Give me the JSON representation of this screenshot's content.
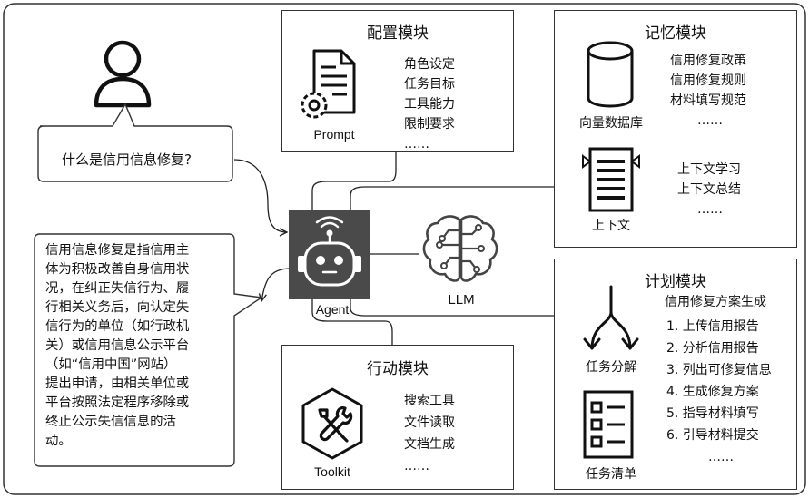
{
  "user": {
    "question": "什么是信用信息修复?",
    "answer_lines": [
      "信用信息修复是指信用主",
      "体为积极改善自身信用状",
      "况，在纠正失信行为、履",
      "行相关义务后，向认定失",
      "信行为的单位（如行政机",
      "关）或信用信息公示平台",
      "（如“信用中国”网站）",
      "提出申请，由相关单位或",
      "平台按照法定程序移除或",
      "终止公示失信信息的活",
      "动。"
    ]
  },
  "agent": {
    "label": "Agent"
  },
  "llm": {
    "label": "LLM"
  },
  "config": {
    "title": "配置模块",
    "icon_caption": "Prompt",
    "items": [
      "角色设定",
      "任务目标",
      "工具能力",
      "限制要求",
      "……"
    ]
  },
  "memory": {
    "title": "记忆模块",
    "db_caption": "向量数据库",
    "db_items": [
      "信用修复政策",
      "信用修复规则",
      "材料填写规范",
      "……"
    ],
    "context_caption": "上下文",
    "context_items": [
      "上下文学习",
      "上下文总结",
      "……"
    ]
  },
  "plan": {
    "title": "计划模块",
    "decompose_caption": "任务分解",
    "list_caption": "任务清单",
    "heading": "信用修复方案生成",
    "steps": [
      "1.  上传信用报告",
      "2.  分析信用报告",
      "3.  列出可修复信息",
      "4.  生成修复方案",
      "5.  指导材料填写",
      "6.  引导材料提交",
      "……"
    ]
  },
  "action": {
    "title": "行动模块",
    "icon_caption": "Toolkit",
    "items": [
      "搜索工具",
      "文件读取",
      "文档生成",
      "……"
    ]
  }
}
